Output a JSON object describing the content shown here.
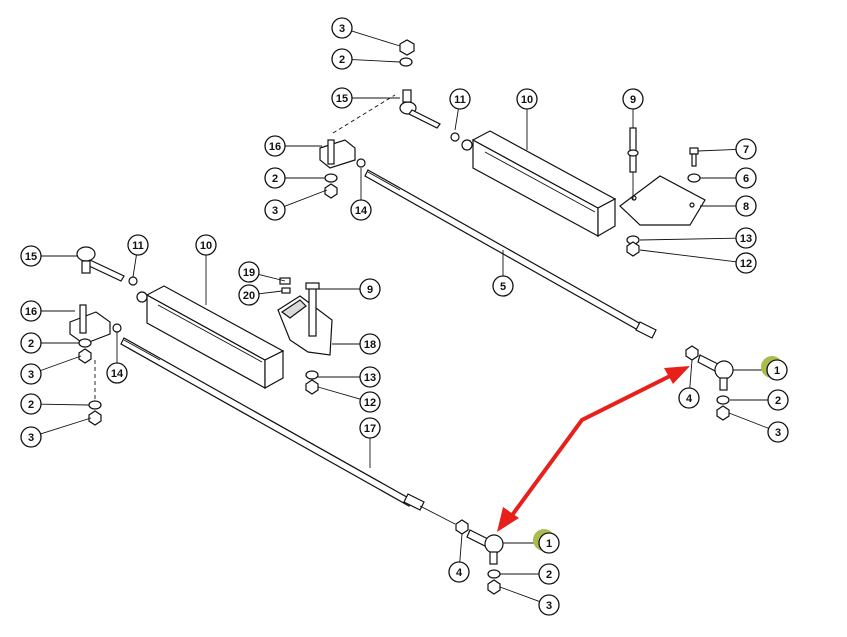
{
  "diagram": {
    "callouts": [
      {
        "id": "c-upper-3",
        "label": "3"
      },
      {
        "id": "c-upper-2",
        "label": "2"
      },
      {
        "id": "c-upper-15",
        "label": "15"
      },
      {
        "id": "c-upper-11",
        "label": "11"
      },
      {
        "id": "c-upper-10",
        "label": "10"
      },
      {
        "id": "c-upper-9",
        "label": "9"
      },
      {
        "id": "c-upper-7",
        "label": "7"
      },
      {
        "id": "c-upper-6",
        "label": "6"
      },
      {
        "id": "c-upper-8",
        "label": "8"
      },
      {
        "id": "c-upper-16",
        "label": "16"
      },
      {
        "id": "c-upper-2b",
        "label": "2"
      },
      {
        "id": "c-upper-3b",
        "label": "3"
      },
      {
        "id": "c-upper-14",
        "label": "14"
      },
      {
        "id": "c-upper-13",
        "label": "13"
      },
      {
        "id": "c-upper-12",
        "label": "12"
      },
      {
        "id": "c-upper-5",
        "label": "5"
      },
      {
        "id": "c-upper-1",
        "label": "1"
      },
      {
        "id": "c-upper-4",
        "label": "4"
      },
      {
        "id": "c-upper-2c",
        "label": "2"
      },
      {
        "id": "c-upper-3c",
        "label": "3"
      },
      {
        "id": "c-lower-15",
        "label": "15"
      },
      {
        "id": "c-lower-11",
        "label": "11"
      },
      {
        "id": "c-lower-10",
        "label": "10"
      },
      {
        "id": "c-lower-19",
        "label": "19"
      },
      {
        "id": "c-lower-20",
        "label": "20"
      },
      {
        "id": "c-lower-9",
        "label": "9"
      },
      {
        "id": "c-lower-16",
        "label": "16"
      },
      {
        "id": "c-lower-18",
        "label": "18"
      },
      {
        "id": "c-lower-2",
        "label": "2"
      },
      {
        "id": "c-lower-3",
        "label": "3"
      },
      {
        "id": "c-lower-14",
        "label": "14"
      },
      {
        "id": "c-lower-13",
        "label": "13"
      },
      {
        "id": "c-lower-12",
        "label": "12"
      },
      {
        "id": "c-lower-2b",
        "label": "2"
      },
      {
        "id": "c-lower-3b",
        "label": "3"
      },
      {
        "id": "c-lower-17",
        "label": "17"
      },
      {
        "id": "c-lower-1",
        "label": "1"
      },
      {
        "id": "c-lower-4",
        "label": "4"
      },
      {
        "id": "c-lower-2c",
        "label": "2"
      },
      {
        "id": "c-lower-3c",
        "label": "3"
      }
    ],
    "highlight_color": "#a9bd4f",
    "arrow_color": "#e8201c"
  }
}
